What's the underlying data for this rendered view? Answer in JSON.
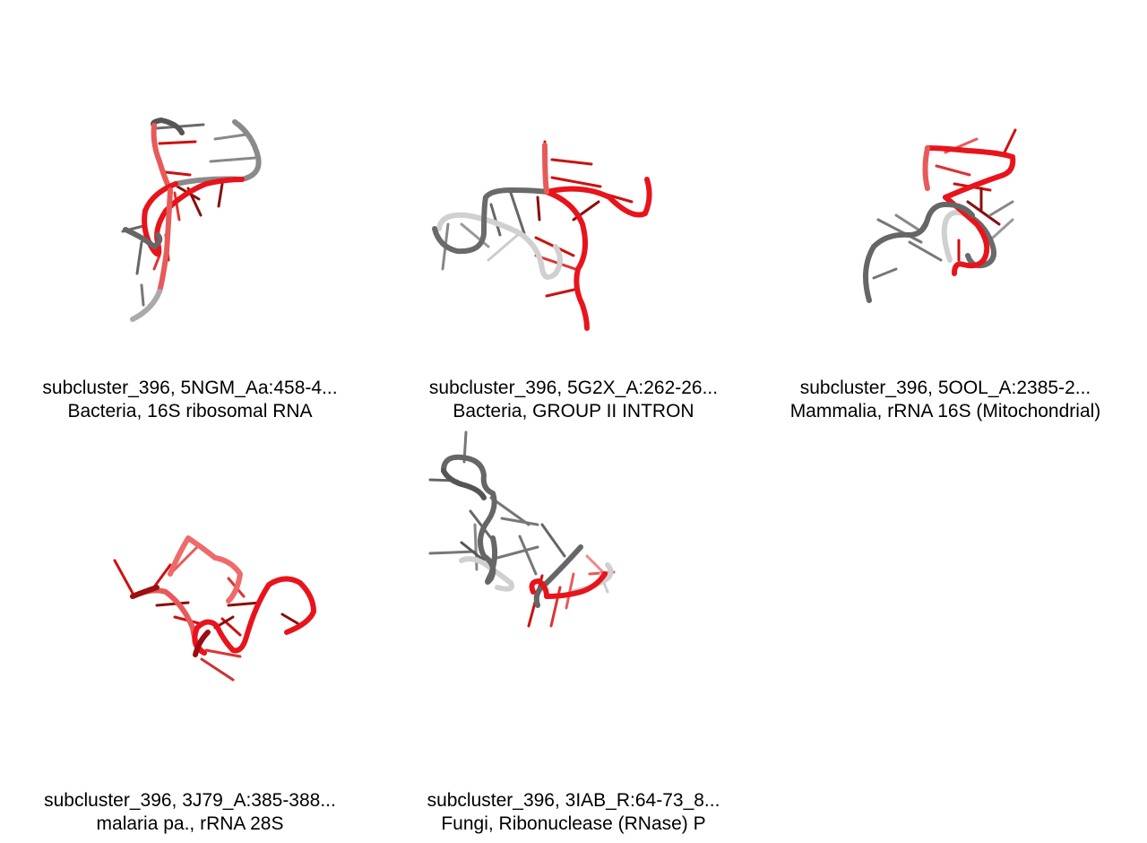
{
  "colors": {
    "red": "#e8141c",
    "dark_red": "#9b0e12",
    "light_red": "#ef6a6a",
    "dark_gray": "#5c5c5c",
    "gray": "#8a8a8a",
    "light_gray": "#c8c8c8"
  },
  "panels": [
    {
      "title": "subcluster_396, 5NGM_Aa:458-4...",
      "subtitle": "Bacteria, 16S ribosomal RNA"
    },
    {
      "title": "subcluster_396, 5G2X_A:262-26...",
      "subtitle": "Bacteria, GROUP II INTRON"
    },
    {
      "title": "subcluster_396, 5OOL_A:2385-2...",
      "subtitle": "Mammalia, rRNA 16S (Mitochondrial)"
    },
    {
      "title": "subcluster_396, 3J79_A:385-388...",
      "subtitle": "malaria pa., rRNA 28S"
    },
    {
      "title": "subcluster_396, 3IAB_R:64-73_8...",
      "subtitle": "Fungi, Ribonuclease (RNase) P"
    }
  ]
}
